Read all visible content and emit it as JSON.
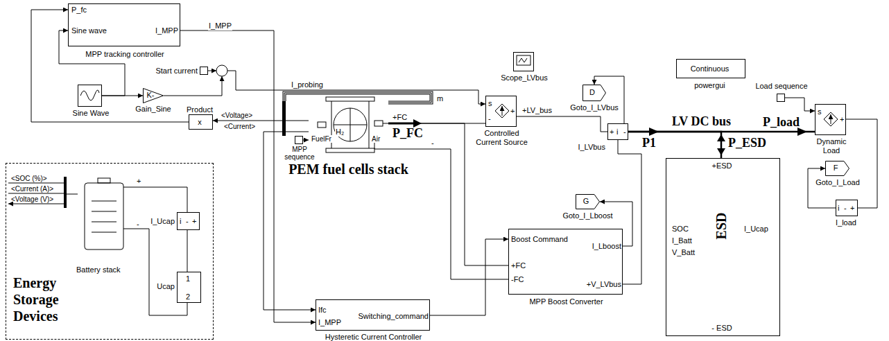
{
  "diagram": {
    "nodes": [
      {
        "text": [
          "P_fc",
          "Sine wave",
          "I_MPP",
          "MPP tracking controller"
        ]
      },
      {
        "text": [
          "Start current"
        ]
      },
      {
        "text": [
          "Sine Wave"
        ]
      },
      {
        "text": [
          "K-",
          "Gain_Sine"
        ]
      },
      {
        "text": [
          "x",
          "Product"
        ]
      },
      {
        "text": [
          "MPP sequence"
        ]
      },
      {
        "text": [
          "FuelFr",
          "H₂",
          "Air",
          "PEM fuel cells stack"
        ]
      },
      {
        "text": [
          "s",
          "-",
          "+",
          "Controlled Current Source"
        ]
      },
      {
        "text": [
          "Scope_LVbus"
        ]
      },
      {
        "text": [
          "D",
          "Goto_I_LVbus"
        ]
      },
      {
        "text": [
          "+",
          "i",
          "-",
          "I_LVbus"
        ]
      },
      {
        "text": [
          "Continuous",
          "powergui"
        ]
      },
      {
        "text": [
          "Load sequence"
        ]
      },
      {
        "text": [
          "s",
          "+",
          "Dynamic Load"
        ]
      },
      {
        "text": [
          "F",
          "Goto_I_Load"
        ]
      },
      {
        "text": [
          "i",
          "-",
          "+",
          "I_load"
        ]
      },
      {
        "text": [
          "Energy Storage Devices"
        ]
      },
      {
        "text": [
          "+",
          "-",
          "Battery stack"
        ],
        "in": 16
      },
      {
        "text": [
          "i",
          "-",
          "+",
          "I_Ucap"
        ],
        "in": 16
      },
      {
        "text": [
          "1",
          "2",
          "Ucap"
        ],
        "in": 16
      },
      {
        "text": [
          "G",
          "Goto_I_Lboost"
        ]
      },
      {
        "text": [
          "+ESD",
          "SOC",
          "I_Batt",
          "V_Batt",
          "I_Ucap",
          "ESD",
          "- ESD"
        ]
      },
      {
        "text": [
          "Boost Command",
          "+FC",
          "-FC",
          "I_Lboost",
          "+V_LVbus",
          "MPP Boost Converter"
        ]
      },
      {
        "text": [
          "Ifc",
          "I_MPP",
          "Switching_command",
          "Hysteretic Current Controller"
        ]
      }
    ],
    "edges": [
      {
        "from": 2,
        "to": 0,
        "arrow": "to"
      },
      {
        "from": 2,
        "to": 3,
        "arrow": "to"
      },
      {
        "from": 4,
        "to": 0,
        "arrow": "to"
      },
      {
        "from": 0,
        "to": 23,
        "arrow": "to",
        "label": "I_MPP"
      },
      {
        "from": 6,
        "to": 4,
        "arrow": "to",
        "label": "<Voltage>"
      },
      {
        "from": 6,
        "to": 23,
        "arrow": "to",
        "label": "<Current>"
      },
      {
        "from": 5,
        "to": 6,
        "arrow": "to"
      },
      {
        "from": 6,
        "to": 7,
        "arrow": "none"
      },
      {
        "from": 6,
        "to": 22,
        "arrow": "none"
      },
      {
        "from": 6,
        "to": 22,
        "arrow": "none"
      },
      {
        "from": 7,
        "to": 10,
        "arrow": "none",
        "label": "+LV_bus"
      },
      {
        "from": 10,
        "to": 9,
        "arrow": "to"
      },
      {
        "from": 22,
        "to": 10,
        "arrow": "none"
      },
      {
        "from": 22,
        "to": 20,
        "arrow": "to"
      },
      {
        "from": 23,
        "to": 22,
        "arrow": "to"
      },
      {
        "from": 10,
        "to": 21,
        "arrow": "none"
      },
      {
        "from": 10,
        "to": 13,
        "arrow": "none",
        "label": "LV DC bus"
      },
      {
        "from": 12,
        "to": 13,
        "arrow": "to"
      },
      {
        "from": 13,
        "to": 15,
        "arrow": "none"
      },
      {
        "from": 15,
        "to": 14,
        "arrow": "to"
      },
      {
        "from": 17,
        "to": 18,
        "arrow": "none"
      },
      {
        "from": 18,
        "to": 19,
        "arrow": "none"
      }
    ],
    "labels": [
      "I_probing",
      "m",
      "-",
      "+FC",
      "P_FC",
      "P1",
      "P_ESD",
      "P_load",
      "<SOC (%)>",
      "<Current (A)>",
      "<Voltage (V)>"
    ]
  }
}
